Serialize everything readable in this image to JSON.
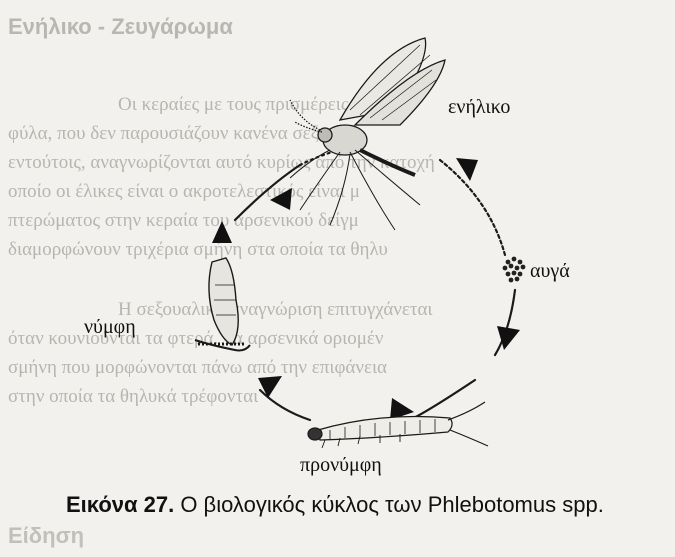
{
  "background_text": {
    "heading": "Ενήλικο - Ζευγάρωμα",
    "lines": [
      "Οι κεραίες με τους πρισμέρεις που διο",
      "φύλα, που δεν παρουσιάζουν κανένα σεξου",
      "εντούτοις, αναγνωρίζονται αυτό κυρίως από την κατοχή",
      "οποίο οι έλικες είναι ο ακροτελεστικός  είναι μ",
      "πτερώματος  στην  κεραία του αρσενικού δείγμ",
      "διαμορφώνουν  τριχέρια σμήνη στα οποία τα θηλυ",
      "Η σεξουαλική αναγνώριση επιτυγχάνεται",
      "όταν κουνιούνται τα  φτερά. Τα αρσενικά οριομέν",
      "σμήνη που μορφώνονται πάνω από  την επιφάνεια",
      "στην οποία τα θηλυκά τρέφονται"
    ],
    "bottom_heading": "Είδηση"
  },
  "diagram": {
    "labels": {
      "adult": "ενήλικο",
      "eggs": "αυγά",
      "pupa": "νύμφη",
      "prepupa": "προνύμφη"
    },
    "icons": [
      "sandfly-adult-icon",
      "eggs-cluster-icon",
      "pupa-icon",
      "larva-icon",
      "arrow-icon"
    ]
  },
  "caption": {
    "prefix": "Εικόνα 27.",
    "text": " Ο βιολογικός κύκλος των Phlebotomus spp."
  }
}
